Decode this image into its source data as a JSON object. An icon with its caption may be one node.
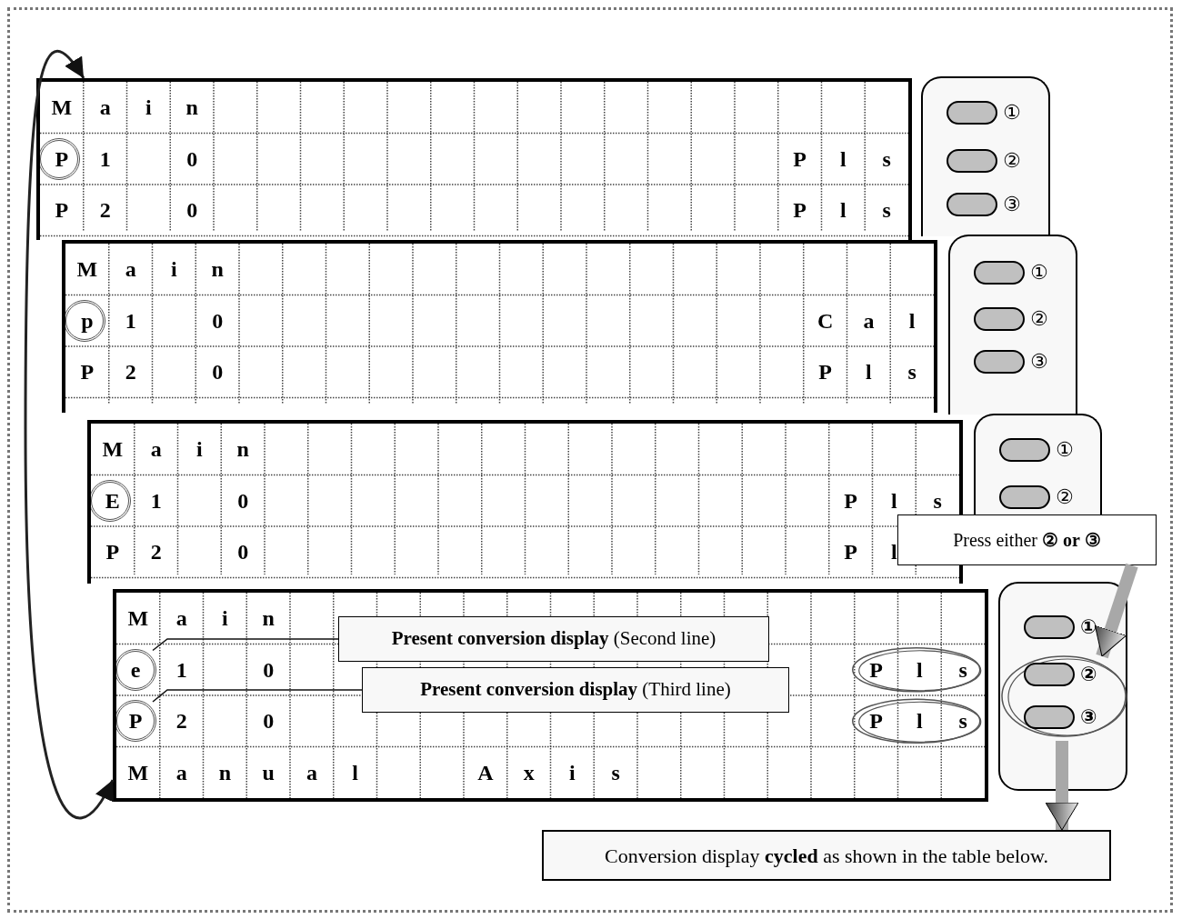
{
  "diagram": {
    "nodes": [
      {
        "text": [
          "M",
          "a",
          "i",
          "n",
          "P",
          "1",
          "0",
          "P",
          "l",
          "s",
          "P",
          "2",
          "0",
          "P",
          "l",
          "s"
        ]
      },
      {
        "text": [
          "①",
          "②",
          "③"
        ]
      },
      {
        "text": [
          "M",
          "a",
          "i",
          "n",
          "p",
          "1",
          "0",
          "C",
          "a",
          "l",
          "P",
          "2",
          "0",
          "P",
          "l",
          "s"
        ]
      },
      {
        "text": [
          "①",
          "②",
          "③"
        ]
      },
      {
        "text": [
          "M",
          "a",
          "i",
          "n",
          "E",
          "1",
          "0",
          "P",
          "l",
          "s",
          "P",
          "2",
          "0",
          "P",
          "l"
        ]
      },
      {
        "text": [
          "①",
          "②"
        ]
      },
      {
        "text": [
          "Press either **②** **or** **③**"
        ]
      },
      {
        "text": [
          "M",
          "a",
          "i",
          "n",
          "1",
          "0",
          "P",
          "l",
          "s",
          "2",
          "0",
          "P",
          "l",
          "s",
          "M",
          "a",
          "n",
          "u",
          "a",
          "l",
          "A",
          "x",
          "i",
          "s"
        ]
      },
      {
        "text": [
          "e"
        ],
        "in": 7
      },
      {
        "text": [
          "P"
        ],
        "in": 7
      },
      {
        "text": [
          "**Present conversion display** (Second line)"
        ],
        "in": 7
      },
      {
        "text": [
          "**Present conversion display** (Third line)"
        ],
        "in": 7
      },
      {
        "text": [
          "①",
          "②",
          "③"
        ]
      },
      {
        "text": [
          "Conversion display **cycled** as shown in the table below."
        ]
      }
    ],
    "edges": [
      {
        "from": 6,
        "to": 12,
        "arrow": "to",
        "style": "thick"
      },
      {
        "from": 12,
        "to": 13,
        "arrow": "to",
        "style": "thick"
      },
      {
        "from": 10,
        "to": 8,
        "arrow": "none",
        "color": "#111111"
      },
      {
        "from": 11,
        "to": 9,
        "arrow": "none",
        "color": "#111111"
      },
      {
        "from": 7,
        "to": 0,
        "arrow": "both",
        "color": "#222222"
      }
    ]
  }
}
